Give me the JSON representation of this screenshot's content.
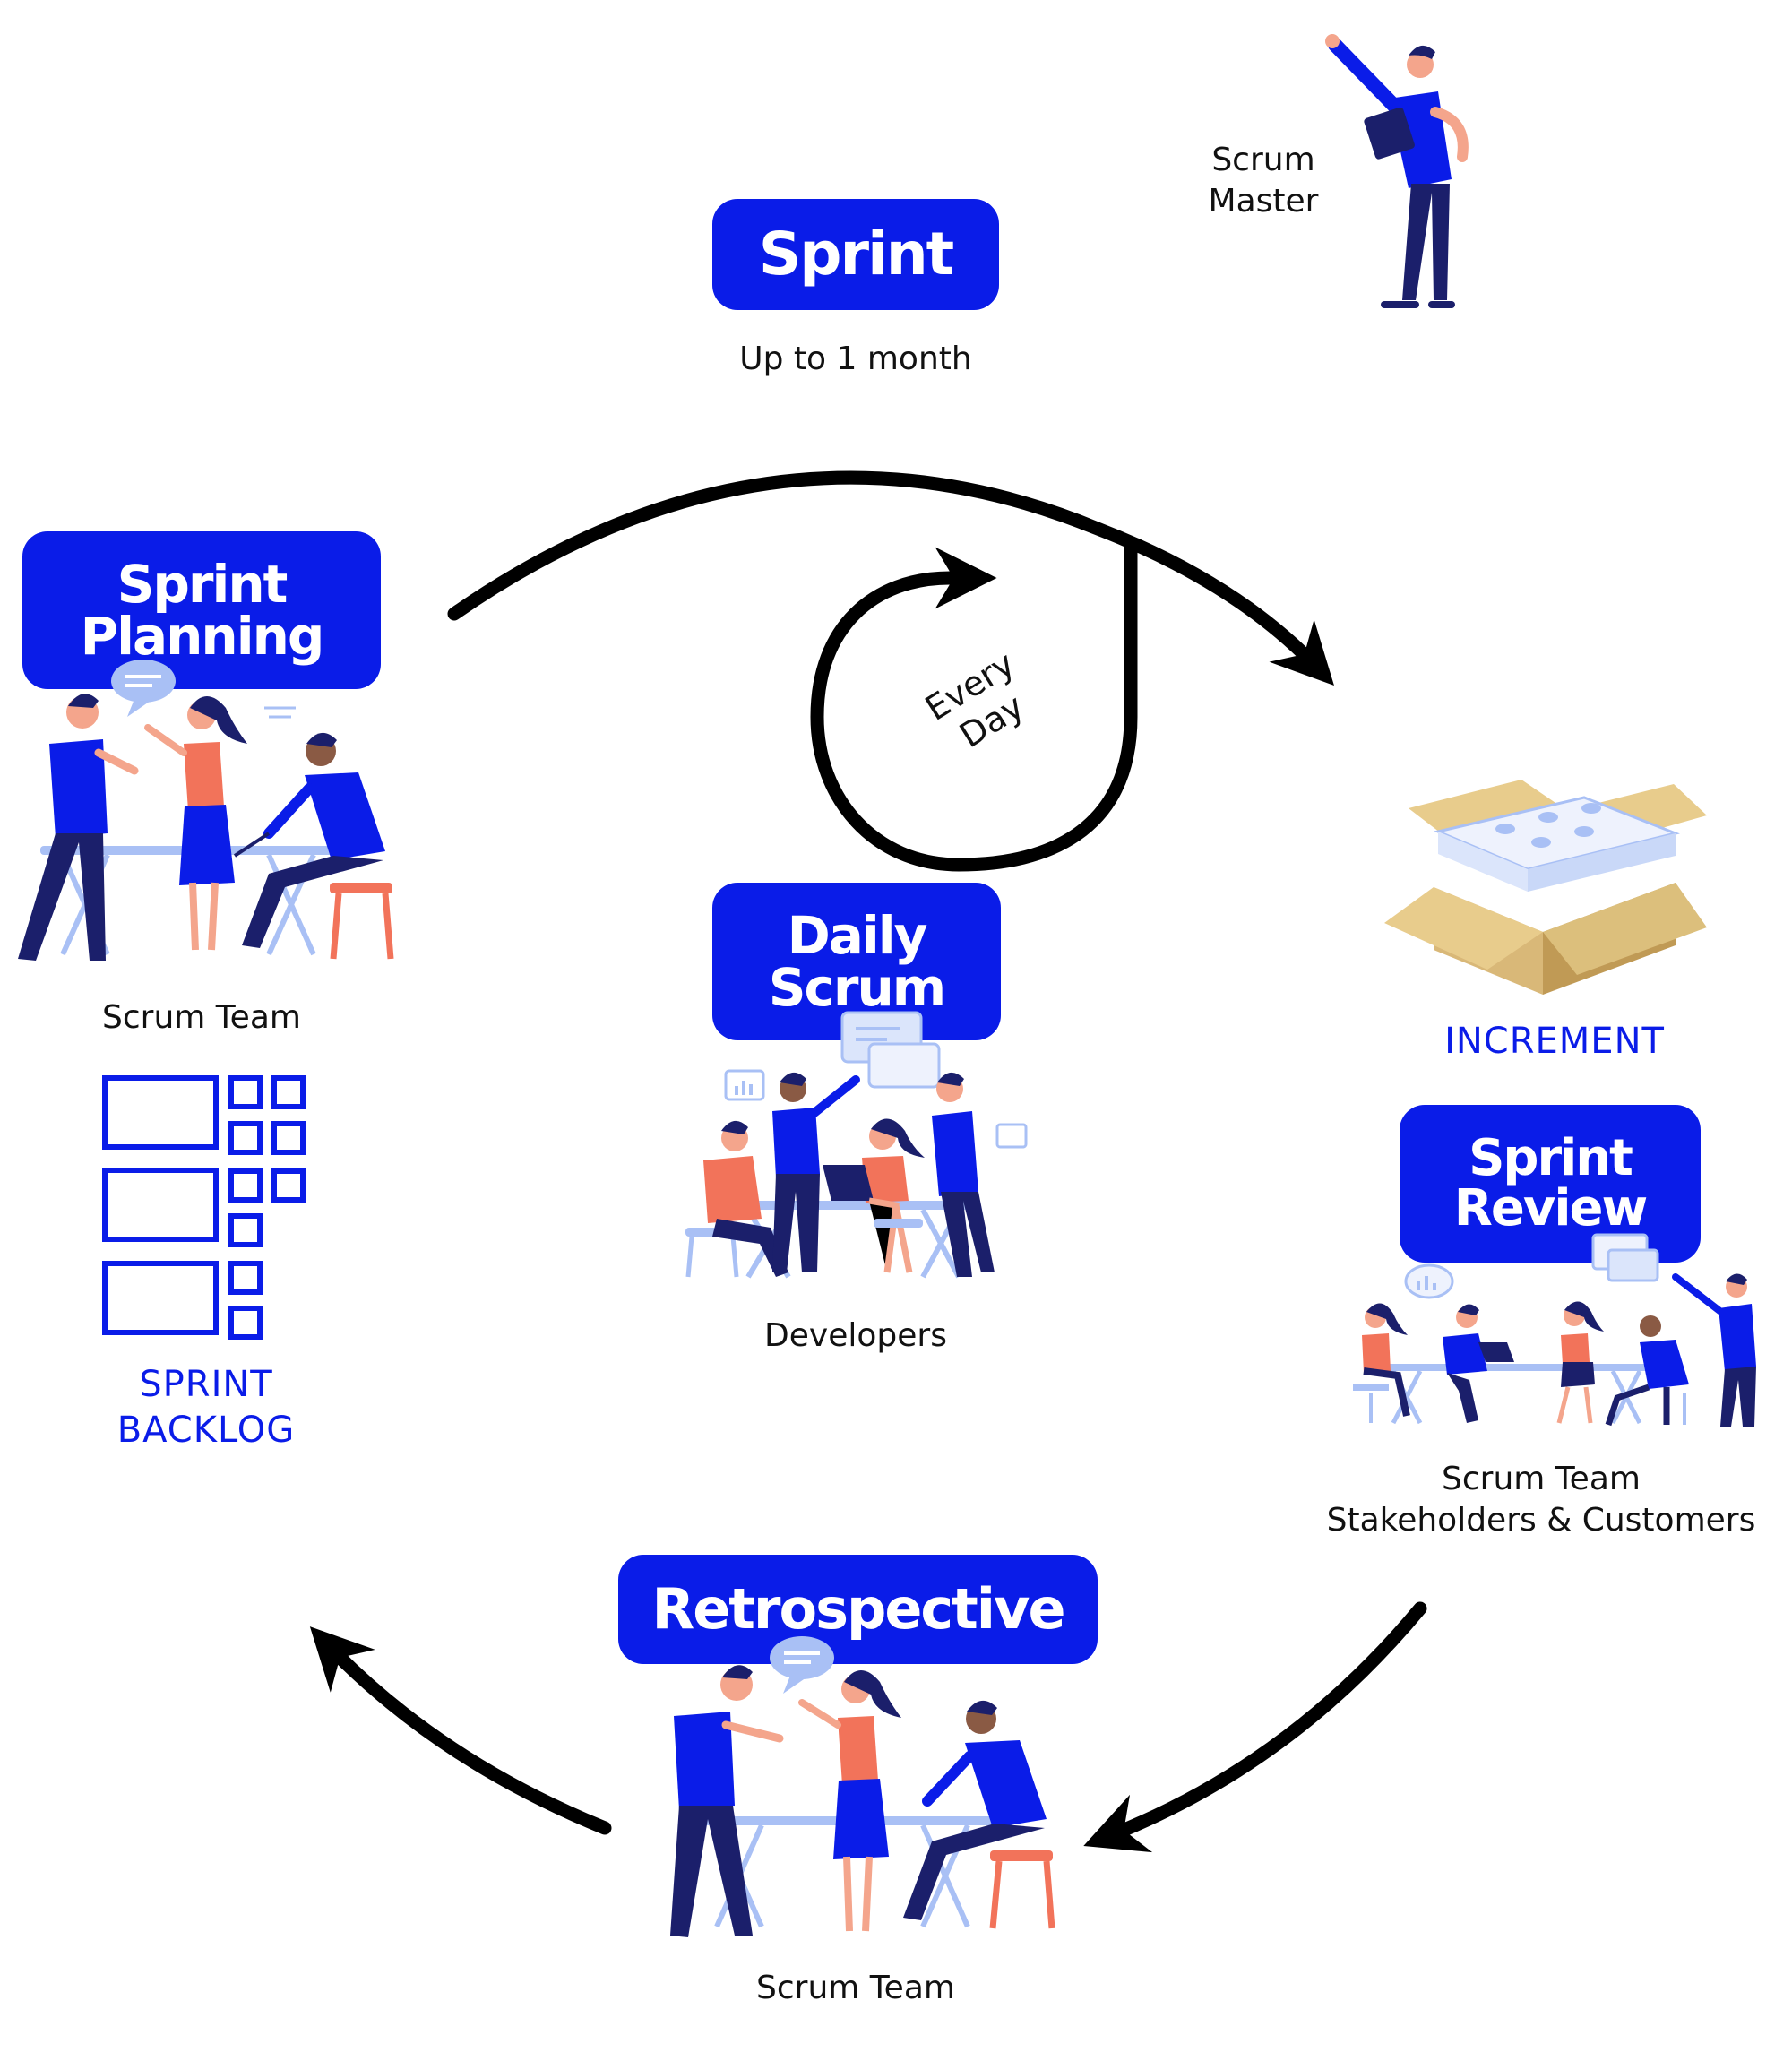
{
  "colors": {
    "accent": "#0a1ce8",
    "navy": "#1b1f6b",
    "coral": "#f2735a",
    "table": "#a9c0f5",
    "box": "#d9b878",
    "arrow": "#000000"
  },
  "sprint": {
    "title": "Sprint",
    "duration": "Up to 1 month"
  },
  "scrum_master": {
    "line1": "Scrum",
    "line2": "Master"
  },
  "sprint_planning": {
    "line1": "Sprint",
    "line2": "Planning",
    "participants": "Scrum Team"
  },
  "sprint_backlog": {
    "line1": "SPRINT",
    "line2": "BACKLOG"
  },
  "daily_scrum": {
    "line1": "Daily",
    "line2": "Scrum",
    "participants": "Developers"
  },
  "daily_loop": {
    "line1": "Every",
    "line2": "Day"
  },
  "increment": {
    "label": "INCREMENT"
  },
  "sprint_review": {
    "line1": "Sprint",
    "line2": "Review",
    "participants_line1": "Scrum Team",
    "participants_line2": "Stakeholders & Customers"
  },
  "retrospective": {
    "title": "Retrospective",
    "participants": "Scrum Team"
  }
}
